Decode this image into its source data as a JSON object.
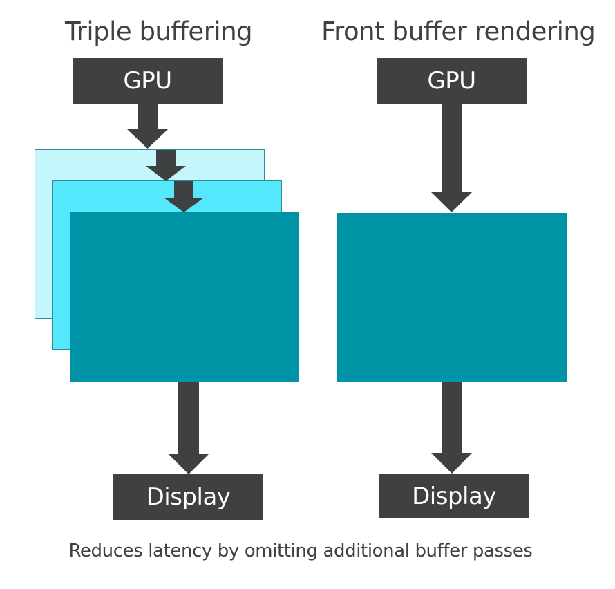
{
  "diagram": {
    "left": {
      "title": "Triple buffering",
      "source_label": "GPU",
      "buffer_count": 3,
      "target_label": "Display"
    },
    "right": {
      "title": "Front buffer rendering",
      "source_label": "GPU",
      "buffer_count": 1,
      "target_label": "Display"
    },
    "caption": "Reduces latency by omitting additional buffer passes",
    "colors": {
      "box_dark": "#3f4042",
      "buffer_back": "#c4f6fc",
      "buffer_middle": "#55e7fb",
      "buffer_front": "#0093a5",
      "text": "#3f4042"
    }
  }
}
